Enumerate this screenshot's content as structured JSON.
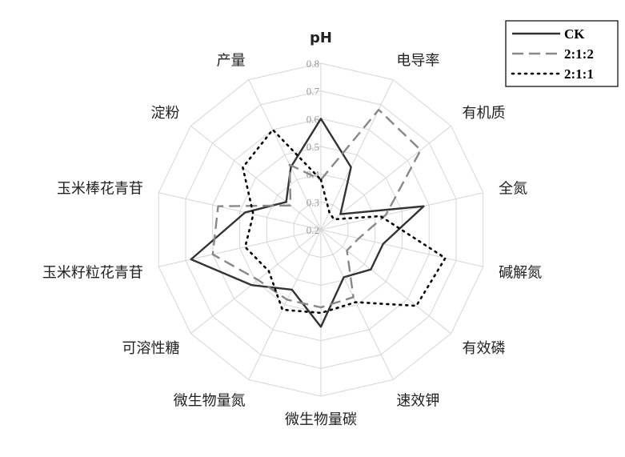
{
  "chart_data": {
    "type": "radar",
    "axes": [
      "pH",
      "电导率",
      "有机质",
      "全氮",
      "碱解氮",
      "有效磷",
      "速效钾",
      "微生物量碳",
      "微生物量氮",
      "可溶性糖",
      "玉米籽粒花青苷",
      "玉米棒花青苷",
      "淀粉",
      "产量"
    ],
    "ticks": [
      "0.2",
      "0.3",
      "0.4",
      "0.5",
      "0.6",
      "0.7",
      "0.8"
    ],
    "rlim": [
      0.2,
      0.8
    ],
    "grid": true,
    "legend_position": "top-right",
    "series": [
      {
        "name": "CK",
        "style": "solid",
        "color": "#333333",
        "values": [
          0.6,
          0.45,
          0.29,
          0.58,
          0.43,
          0.43,
          0.39,
          0.55,
          0.44,
          0.52,
          0.68,
          0.48,
          0.36,
          0.45
        ]
      },
      {
        "name": "2:1:2",
        "style": "dashed",
        "color": "#888888",
        "values": [
          0.38,
          0.68,
          0.66,
          0.44,
          0.34,
          0.32,
          0.47,
          0.48,
          0.48,
          0.49,
          0.6,
          0.58,
          0.34,
          0.46
        ]
      },
      {
        "name": "2:1:1",
        "style": "dotted",
        "color": "#000000",
        "values": [
          0.38,
          0.27,
          0.26,
          0.42,
          0.66,
          0.64,
          0.49,
          0.5,
          0.52,
          0.44,
          0.48,
          0.45,
          0.56,
          0.6
        ]
      }
    ]
  }
}
